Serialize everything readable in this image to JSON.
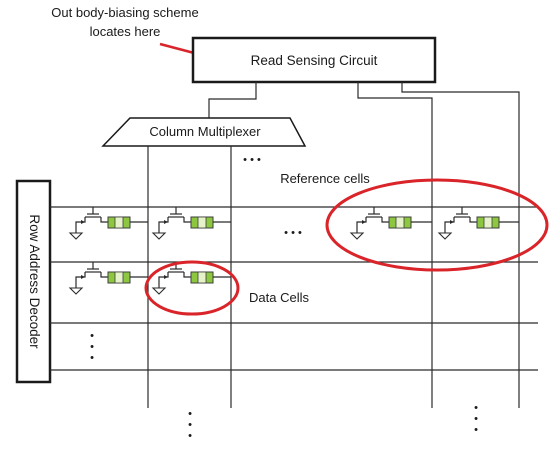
{
  "annotations": {
    "body_biasing_note_line1": "Out body-biasing scheme",
    "body_biasing_note_line2": "locates here",
    "reference_cells": "Reference cells",
    "data_cells": "Data Cells"
  },
  "blocks": {
    "read_sensing_circuit": "Read Sensing Circuit",
    "column_multiplexer": "Column Multiplexer",
    "row_address_decoder": "Row Address Decoder"
  },
  "ellipsis": {
    "horizontal": "• • •",
    "vertical_symbol": "•"
  },
  "colors": {
    "line": "#2b2b2b",
    "highlight": "#d9252a",
    "mtj_fill": "#8dc63f",
    "mtj_stroke": "#3d3d3d",
    "mtj_band": "#e6f2c9"
  },
  "icons": {
    "cell": "mtj-1t1r-cell-icon",
    "ground": "ground-icon",
    "arrow": "red-arrow-icon"
  }
}
